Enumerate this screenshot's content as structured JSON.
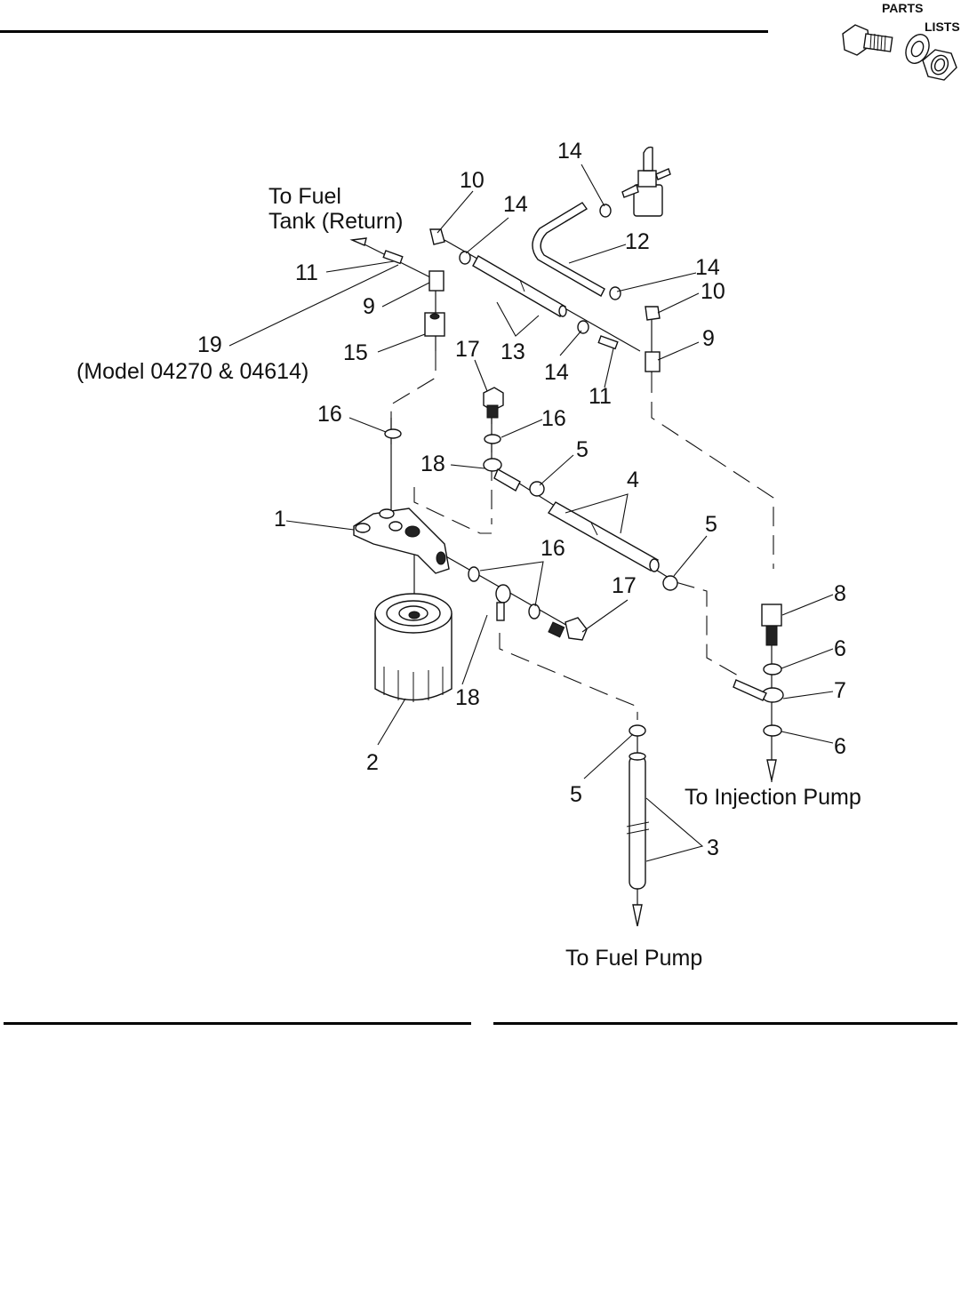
{
  "header": {
    "logo": {
      "icon": "parts-lists-bolt-washer-nut-icon",
      "line1": "PARTS",
      "line2": "LISTS"
    }
  },
  "diagram": {
    "title": "Fuel system exploded view",
    "captions": {
      "fuel_tank_line1": "To Fuel",
      "fuel_tank_line2": "Tank (Return)",
      "injection_pump": "To Injection Pump",
      "fuel_pump": "To Fuel Pump",
      "model_note": "(Model 04270 & 04614)"
    },
    "callouts": [
      {
        "id": "c14a",
        "label": "14"
      },
      {
        "id": "c10a",
        "label": "10"
      },
      {
        "id": "c14b",
        "label": "14"
      },
      {
        "id": "c12",
        "label": "12"
      },
      {
        "id": "c14c",
        "label": "14"
      },
      {
        "id": "c10b",
        "label": "10"
      },
      {
        "id": "c11a",
        "label": "11"
      },
      {
        "id": "c9a",
        "label": "9"
      },
      {
        "id": "c9b",
        "label": "9"
      },
      {
        "id": "c19",
        "label": "19"
      },
      {
        "id": "c15",
        "label": "15"
      },
      {
        "id": "c17a",
        "label": "17"
      },
      {
        "id": "c13",
        "label": "13"
      },
      {
        "id": "c14d",
        "label": "14"
      },
      {
        "id": "c11b",
        "label": "11"
      },
      {
        "id": "c16a",
        "label": "16"
      },
      {
        "id": "c16b",
        "label": "16"
      },
      {
        "id": "c18a",
        "label": "18"
      },
      {
        "id": "c5a",
        "label": "5"
      },
      {
        "id": "c4",
        "label": "4"
      },
      {
        "id": "c1",
        "label": "1"
      },
      {
        "id": "c5b",
        "label": "5"
      },
      {
        "id": "c16c",
        "label": "16"
      },
      {
        "id": "c17b",
        "label": "17"
      },
      {
        "id": "c8",
        "label": "8"
      },
      {
        "id": "c6a",
        "label": "6"
      },
      {
        "id": "c7",
        "label": "7"
      },
      {
        "id": "c18b",
        "label": "18"
      },
      {
        "id": "c6b",
        "label": "6"
      },
      {
        "id": "c2",
        "label": "2"
      },
      {
        "id": "c5c",
        "label": "5"
      },
      {
        "id": "c3",
        "label": "3"
      }
    ]
  }
}
